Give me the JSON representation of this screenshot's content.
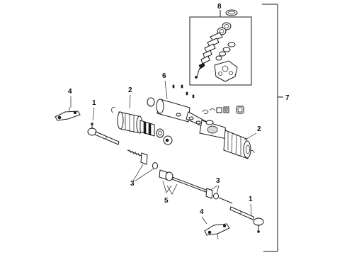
{
  "callouts": {
    "c1_left": "1",
    "c1_right": "1",
    "c2_left": "2",
    "c2_right": "2",
    "c3_left": "3",
    "c3_right": "3",
    "c4_left": "4",
    "c4_right": "4",
    "c5": "5",
    "c6": "6",
    "c7": "7",
    "c8": "8"
  },
  "colors": {
    "line": "#1a1a1a",
    "background": "#ffffff"
  }
}
